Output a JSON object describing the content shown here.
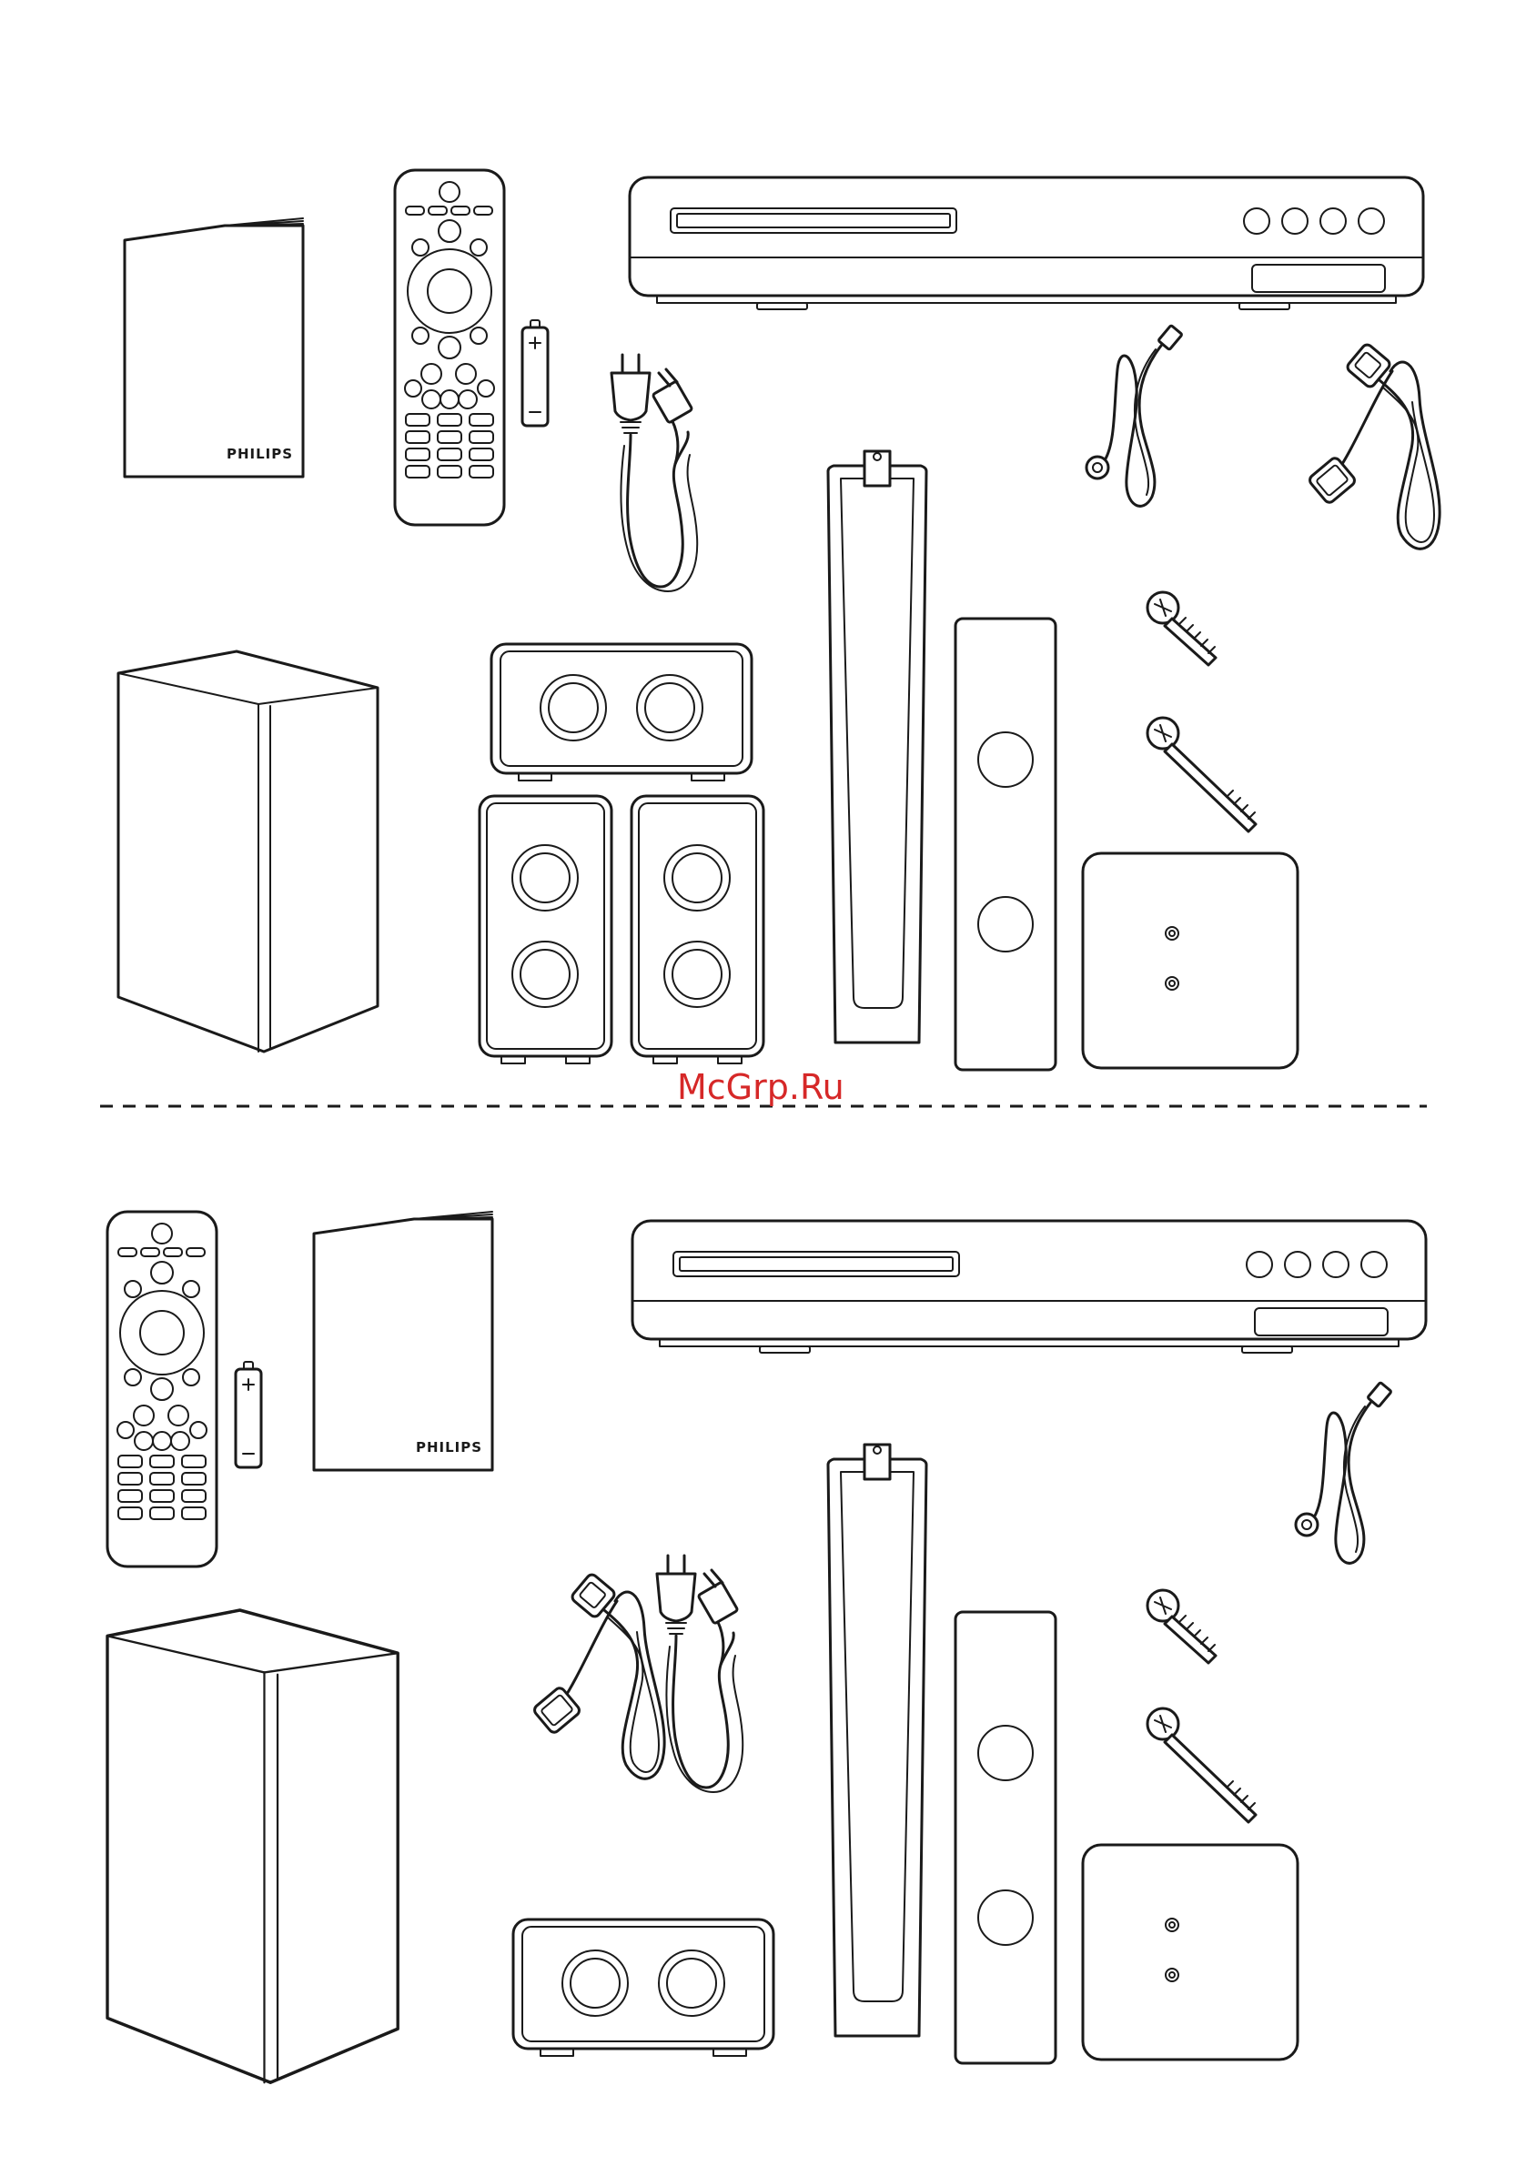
{
  "brand": {
    "label": "PHILIPS"
  },
  "watermark": {
    "text": "McGrp.Ru",
    "color": "#d62828"
  },
  "sections": [
    {
      "name": "package-contents-a"
    },
    {
      "name": "package-contents-b"
    }
  ]
}
